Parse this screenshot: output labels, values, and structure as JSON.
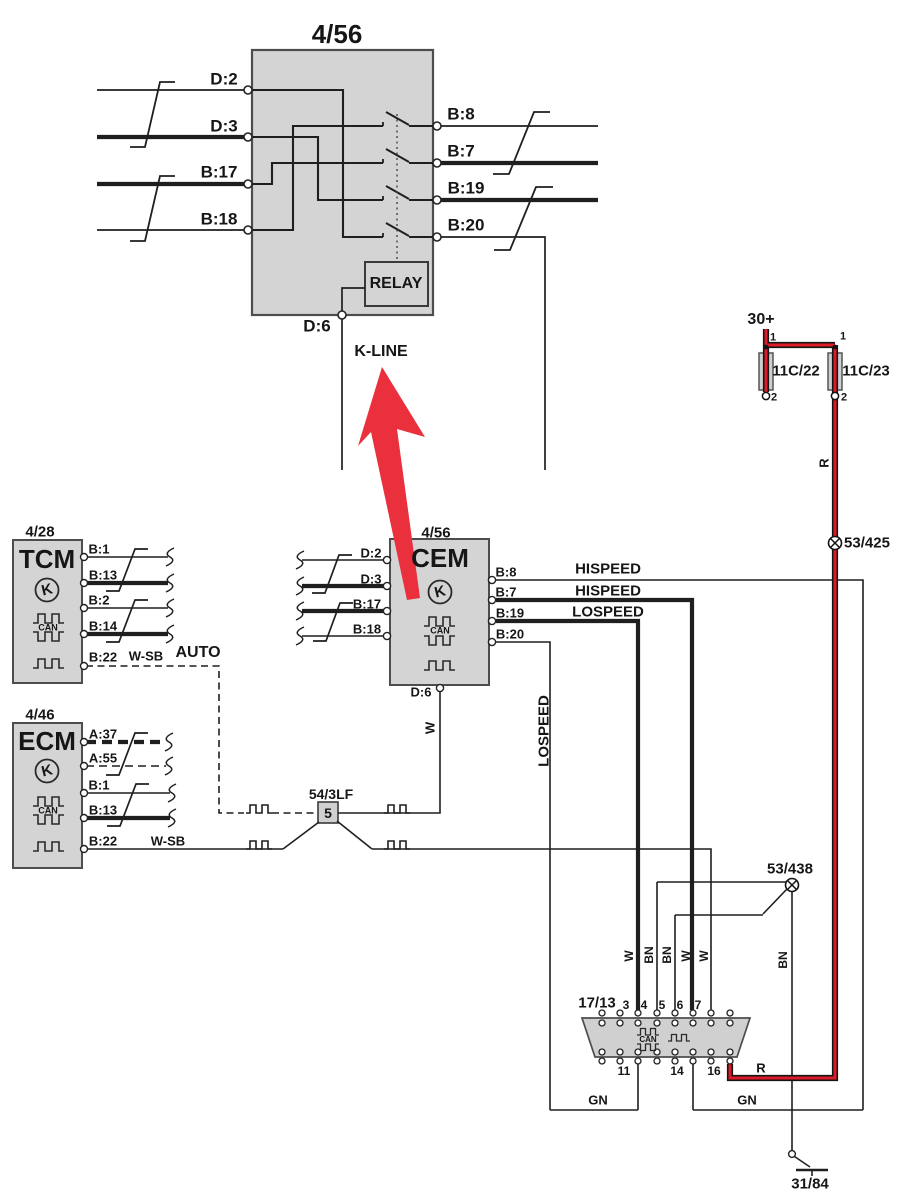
{
  "top_detail": {
    "title": "4/56",
    "left_pins": [
      "D:2",
      "D:3",
      "B:17",
      "B:18"
    ],
    "right_pins": [
      "B:8",
      "B:7",
      "B:19",
      "B:20"
    ],
    "relay": "RELAY",
    "bottom_pin": "D:6",
    "kline": "K-LINE"
  },
  "power": {
    "supply": "30+",
    "pin1": "1",
    "pin2": "2",
    "fuse_left": "11C/22",
    "fuse_right": "11C/23",
    "splice": "53/425"
  },
  "tcm": {
    "id": "4/28",
    "name": "TCM",
    "k": "K",
    "can": "CAN",
    "pins": [
      "B:1",
      "B:13",
      "B:2",
      "B:14",
      "B:22"
    ],
    "wsb": "W-SB",
    "auto": "AUTO"
  },
  "ecm": {
    "id": "4/46",
    "name": "ECM",
    "k": "K",
    "can": "CAN",
    "pins": [
      "A:37",
      "A:55",
      "B:1",
      "B:13",
      "B:22"
    ],
    "wsb": "W-SB"
  },
  "cem": {
    "id": "4/56",
    "name": "CEM",
    "k": "K",
    "can": "CAN",
    "left_pins": [
      "D:2",
      "D:3",
      "B:17",
      "B:18"
    ],
    "right_pins": [
      "B:8",
      "B:7",
      "B:19",
      "B:20"
    ],
    "bottom_pin": "D:6",
    "bus": [
      "HISPEED",
      "HISPEED",
      "LOSPEED"
    ],
    "lospeed_vert": "LOSPEED",
    "w": "W"
  },
  "junction": {
    "id": "54/3LF",
    "num": "5"
  },
  "splice2": {
    "id": "53/438"
  },
  "connector": {
    "id": "17/13",
    "can": "CAN",
    "top_pins": [
      "3",
      "4",
      "5",
      "6",
      "7"
    ],
    "bottom_pins": [
      "11",
      "14",
      "16"
    ]
  },
  "wire_colors": {
    "w": "W",
    "bn": "BN",
    "gn": "GN",
    "r": "R"
  },
  "ground": {
    "id": "31/84"
  },
  "colors": {
    "red": "#dc1a28",
    "block_fill": "#d4d4d4",
    "wire": "#1f1f1f"
  }
}
